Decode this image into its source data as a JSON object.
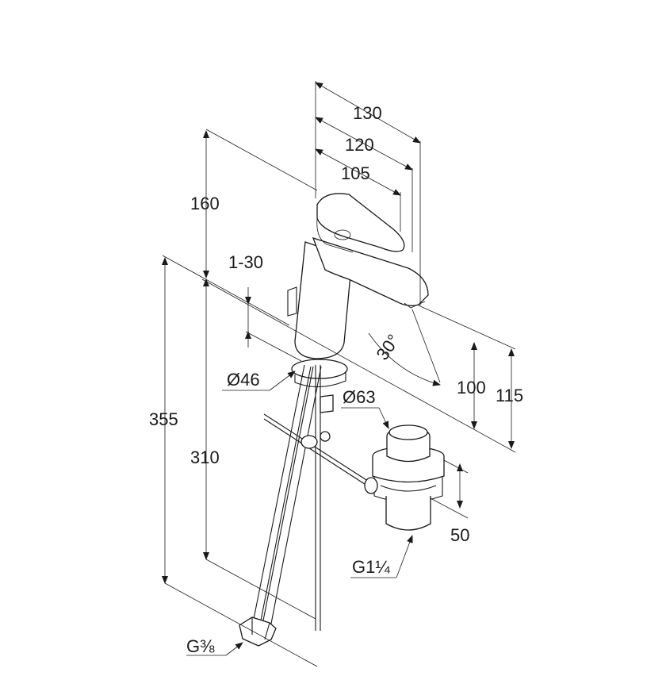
{
  "dimensions": {
    "width_130": "130",
    "width_120": "120",
    "width_105": "105",
    "height_160": "160",
    "range_1_30": "1-30",
    "diameter_46": "Ø46",
    "diameter_63": "Ø63",
    "angle_30": "30°",
    "height_100": "100",
    "height_115": "115",
    "height_355": "355",
    "height_310": "310",
    "waste_50": "50",
    "thread_waste": "G1¼",
    "thread_supply": "G⅜"
  }
}
